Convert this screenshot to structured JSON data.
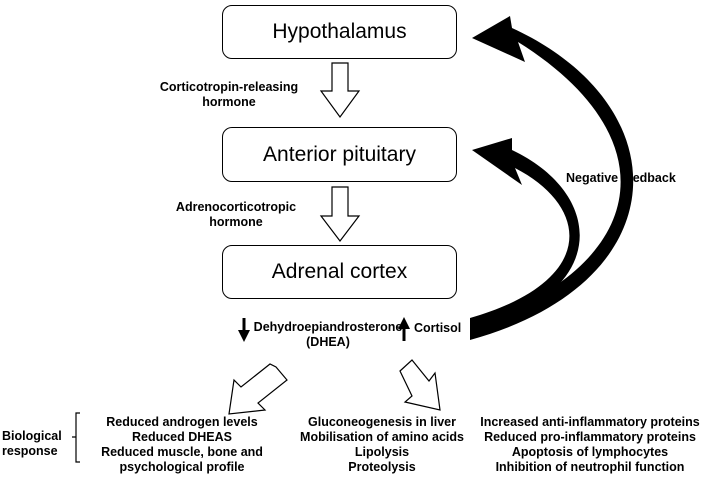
{
  "boxes": {
    "hypothalamus": "Hypothalamus",
    "pituitary": "Anterior pituitary",
    "adrenal": "Adrenal cortex"
  },
  "hormones": {
    "crh_line1": "Corticotropin-releasing",
    "crh_line2": "hormone",
    "acth_line1": "Adrenocorticotropic",
    "acth_line2": "hormone"
  },
  "feedback": "Negative feedback",
  "dhea": {
    "line1": "Dehydroepiandrosterone",
    "line2": "(DHEA)",
    "direction": "down"
  },
  "cortisol": {
    "label": "Cortisol",
    "direction": "up"
  },
  "biological_response": {
    "line1": "Biological",
    "line2": "response"
  },
  "dhea_effects": [
    "Reduced androgen levels",
    "Reduced DHEAS",
    "Reduced muscle, bone and",
    "psychological profile"
  ],
  "cortisol_metabolic_effects": [
    "Gluconeogenesis in liver",
    "Mobilisation of amino acids",
    "Lipolysis",
    "Proteolysis"
  ],
  "cortisol_immune_effects": [
    "Increased anti-inflammatory proteins",
    "Reduced pro-inflammatory proteins",
    "Apoptosis of lymphocytes",
    "Inhibition of neutrophil function"
  ]
}
